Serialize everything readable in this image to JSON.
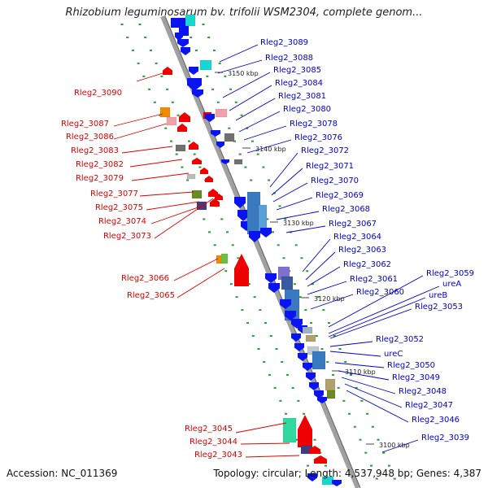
{
  "title": "Rhizobium leguminosarum bv. trifolii WSM2304, complete genom...",
  "accession": "Accession: NC_011369",
  "topology": "Topology: circular; Length: 4,537,948 bp; Genes: 4,387",
  "colors": {
    "label_left": "#dd0000",
    "label_right": "#0000cc",
    "backbone": "#999999",
    "gene_red": "#ee0000",
    "gene_blue": "#0a14f0",
    "tick_green": "#2a9a2a"
  },
  "kbp_markers": [
    "3150 kbp",
    "3140 kbp",
    "3130 kbp",
    "3120 kbp",
    "3110 kbp",
    "3100 kbp"
  ],
  "left_labels": [
    "Rleg2_3090",
    "Rleg2_3087",
    "Rleg2_3086",
    "Rleg2_3083",
    "Rleg2_3082",
    "Rleg2_3079",
    "Rleg2_3077",
    "Rleg2_3075",
    "Rleg2_3074",
    "Rleg2_3073",
    "Rleg2_3066",
    "Rleg2_3065",
    "Rleg2_3045",
    "Rleg2_3044",
    "Rleg2_3043"
  ],
  "right_labels": [
    "Rleg2_3089",
    "Rleg2_3088",
    "Rleg2_3085",
    "Rleg2_3084",
    "Rleg2_3081",
    "Rleg2_3080",
    "Rleg2_3078",
    "Rleg2_3076",
    "Rleg2_3072",
    "Rleg2_3071",
    "Rleg2_3070",
    "Rleg2_3069",
    "Rleg2_3068",
    "Rleg2_3067",
    "Rleg2_3064",
    "Rleg2_3063",
    "Rleg2_3062",
    "Rleg2_3061",
    "Rleg2_3060",
    "Rleg2_3059",
    "ureA",
    "ureB",
    "Rleg2_3053",
    "Rleg2_3052",
    "ureC",
    "Rleg2_3050",
    "Rleg2_3049",
    "Rleg2_3048",
    "Rleg2_3047",
    "Rleg2_3046",
    "Rleg2_3039"
  ]
}
